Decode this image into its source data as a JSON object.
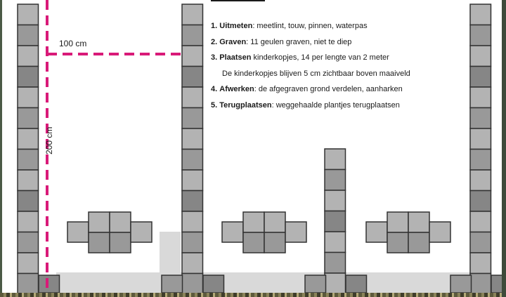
{
  "dimensions": {
    "width_label": "100 cm",
    "height_label": "200 cm"
  },
  "steps": [
    {
      "number": "1.",
      "term": "Uitmeten",
      "text": ": meetlint, touw, pinnen, waterpas"
    },
    {
      "number": "2.",
      "term": "Graven",
      "text": ": 11 geulen graven, niet te diep"
    },
    {
      "number": "3.",
      "term": "Plaatsen",
      "text": " kinderkopjes, 14 per lengte van 2 meter"
    },
    {
      "number": "",
      "term": "",
      "text": "De kinderkopjes blijven 5 cm zichtbaar boven maaiveld"
    },
    {
      "number": "4.",
      "term": "Afwerken",
      "text": ": de afgegraven grond verdelen, aanharken"
    },
    {
      "number": "5.",
      "term": "Terugplaatsen",
      "text": ": weggehaalde plantjes terugplaatsen"
    }
  ],
  "colors": {
    "stone_light": "#b3b3b3",
    "stone_mid": "#999999",
    "stone_dark": "#868686",
    "stone_border": "#333333",
    "dimension_line": "#d91a78",
    "ground": "#d9d9d9",
    "text": "#1a1a1a"
  }
}
